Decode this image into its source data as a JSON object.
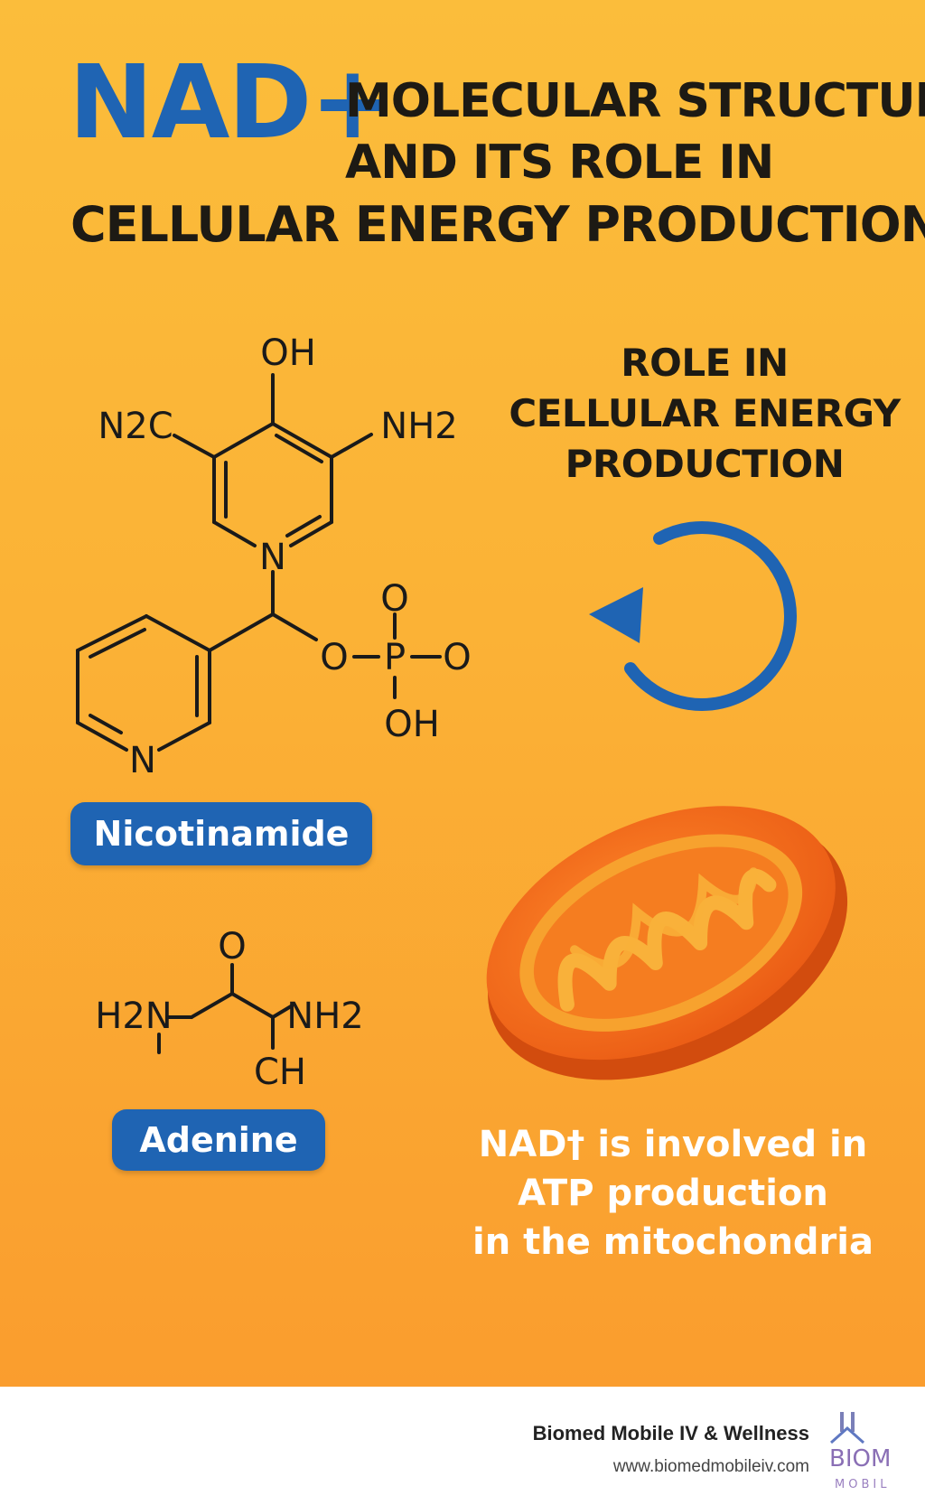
{
  "header": {
    "nad": "NAD+",
    "line1": "MOLECULAR STRUCTURE",
    "line2": "AND ITS ROLE IN",
    "line3": "CELLULAR ENERGY PRODUCTION"
  },
  "role_heading": [
    "ROLE IN",
    "CELLULAR ENERGY",
    "PRODUCTION"
  ],
  "structure_top": {
    "oh_top": "OH",
    "n2c": "N2C",
    "nh2": "NH2",
    "ring_n": "N",
    "lower_ring_n": "N",
    "phosphate_o_top": "O",
    "phosphate_o_left": "O",
    "phosphate_p": "P",
    "phosphate_o_right": "O",
    "phosphate_oh": "OH"
  },
  "labels": {
    "nicotinamide": "Nicotinamide",
    "adenine": "Adenine"
  },
  "structure_bottom": {
    "o_top": "O",
    "h2n": "H2N",
    "nh2": "NH2",
    "ch": "CH"
  },
  "caption": [
    "NAD† is involved in",
    "ATP production",
    "in the mitochondria"
  ],
  "footer": {
    "company": "Biomed Mobile IV & Wellness",
    "url": "www.biomedmobileiv.com",
    "logo_text_top": "BIOM",
    "logo_text_bottom": "MOBIL"
  },
  "colors": {
    "accent_blue": "#1f64b3",
    "mito_orange": "#f26a1a",
    "background_top": "#fbbd3b",
    "background_bottom": "#fa9d2e"
  },
  "icons": [
    "cycle-arrow-icon",
    "mitochondria-icon",
    "logo-icon"
  ]
}
